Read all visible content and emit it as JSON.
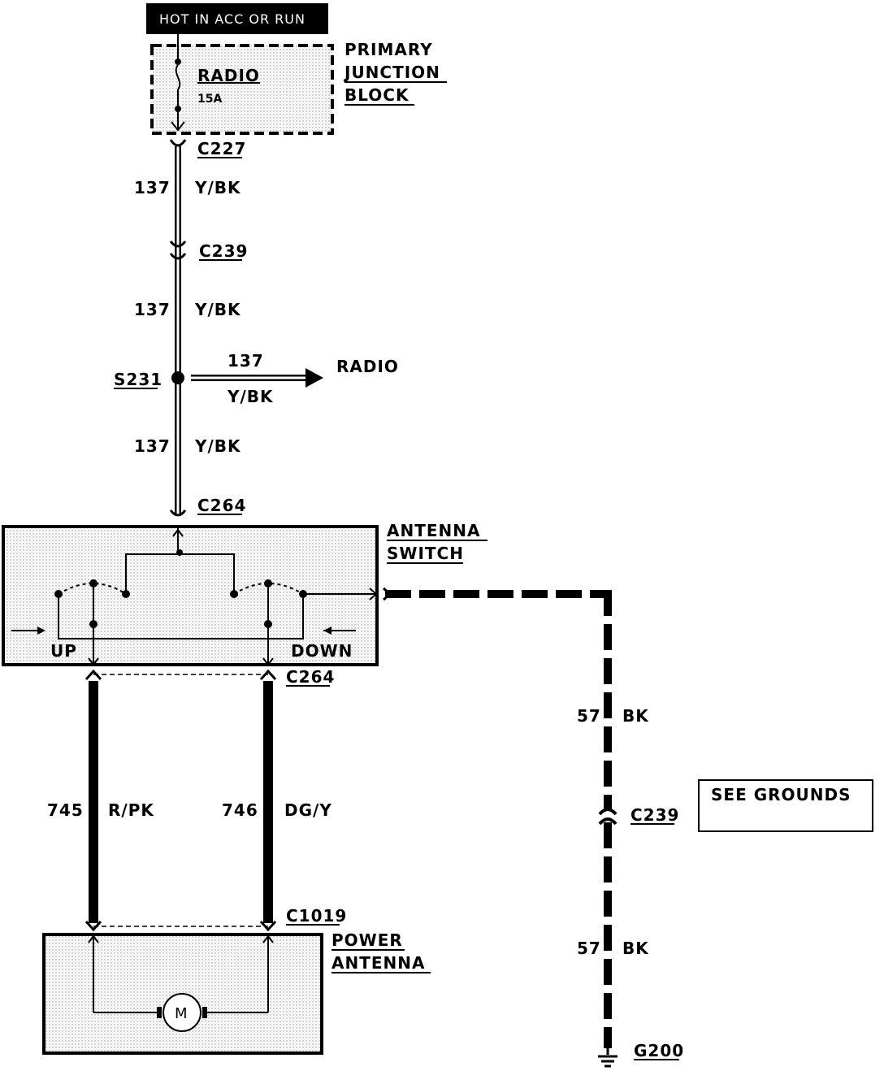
{
  "header": {
    "hot_in": "HOT IN ACC OR RUN"
  },
  "junction_block": {
    "name_line1": "PRIMARY",
    "name_line2": "JUNCTION",
    "name_line3": "BLOCK",
    "fuse_label": "RADIO",
    "fuse_rating": "15A"
  },
  "connectors": {
    "c227": "C227",
    "c239_top": "C239",
    "c264_top": "C264",
    "c264_bottom": "C264",
    "c1019": "C1019",
    "c239_right": "C239"
  },
  "splice": {
    "label": "S231"
  },
  "wires": {
    "w1_num": "137",
    "w1_color": "Y/BK",
    "w2_num": "137",
    "w2_color": "Y/BK",
    "w3_num": "137",
    "w3_color": "Y/BK",
    "radio_num": "137",
    "radio_color": "Y/BK",
    "radio_dest": "RADIO",
    "up_num": "745",
    "up_color": "R/PK",
    "down_num": "746",
    "down_color": "DG/Y",
    "gnd1_num": "57",
    "gnd1_color": "BK",
    "gnd2_num": "57",
    "gnd2_color": "BK"
  },
  "antenna_switch": {
    "name_line1": "ANTENNA",
    "name_line2": "SWITCH",
    "up_label": "UP",
    "down_label": "DOWN"
  },
  "power_antenna": {
    "name_line1": "POWER",
    "name_line2": "ANTENNA",
    "motor_label": "M"
  },
  "ground": {
    "label": "G200",
    "see_grounds": "SEE GROUNDS"
  }
}
